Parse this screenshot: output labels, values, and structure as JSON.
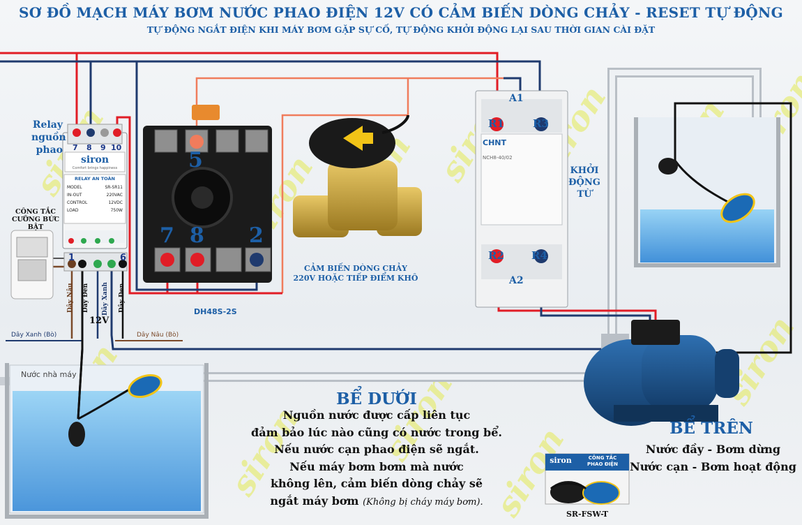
{
  "title": "SƠ ĐỒ MẠCH MÁY BƠM NƯỚC PHAO ĐIỆN 12V CÓ CẢM BIẾN DÒNG CHẢY - RESET TỰ ĐỘNG",
  "subtitle": "TỰ ĐỘNG NGẮT ĐIỆN KHI MÁY BƠM GẶP SỰ CỐ, TỰ ĐỘNG KHỞI ĐỘNG LẠI SAU THỜI GIAN CÀI ĐẶT",
  "watermark": "siron",
  "relay": {
    "label_line1": "Relay",
    "label_line2": "nguồn",
    "label_line3": "phao",
    "brand": "siron",
    "brand_sub": "Comfort brings happiness",
    "name": "RELAY AN TOÀN",
    "specs": [
      {
        "k": "MODEL",
        "v": "SR-SR11"
      },
      {
        "k": "IN-OUT",
        "v": "220VAC"
      },
      {
        "k": "CONTROL",
        "v": "12VDC"
      },
      {
        "k": "LOAD",
        "v": "750W"
      }
    ],
    "top_terms": [
      "7",
      "8",
      "9",
      "10"
    ],
    "bottom_left": "1",
    "bottom_right": "6"
  },
  "switch_label_line1": "CÔNG TẮC",
  "switch_label_line2": "CƯỠNG BỨC BẬT",
  "timer": {
    "label": "DH48S-2S",
    "top_big": "5",
    "bottom_big": [
      "7",
      "8",
      "2"
    ]
  },
  "flow_sensor_line1": "CẢM BIẾN DÒNG CHẢY",
  "flow_sensor_line2": "220V HOẶC TIẾP ĐIỂM KHÔ",
  "contactor": {
    "brand": "CHNT",
    "model": "NCH8-40/02",
    "label_line1": "KHỞI",
    "label_line2": "ĐỘNG",
    "label_line3": "TỪ",
    "a1": "A1",
    "a2": "A2",
    "r1": "R1",
    "r2": "R2",
    "r3": "R3",
    "r4": "R4"
  },
  "wires": {
    "nau": "Dây Nâu",
    "den": "Dây Đen",
    "xanh": "Dây Xanh",
    "den2": "Dây Đen",
    "v12": "12V",
    "xanh_bo": "Dây Xanh (Bò)",
    "nau_bo": "Dây Nâu (Bò)"
  },
  "water_in": "Nước nhà máy",
  "lower_tank": {
    "title": "BỂ DƯỚI",
    "lines": [
      "Nguồn nước được cấp liên tục",
      "đảm bảo lúc nào cũng có nước trong bể.",
      "Nếu nước cạn phao điện sẽ ngắt.",
      "Nếu máy bơm bơm mà nước",
      "không lên, cảm biến dòng chảy sẽ",
      "ngắt máy bơm"
    ],
    "note": "(Không bị cháy máy bơm)."
  },
  "upper_tank": {
    "title": "BỂ TRÊN",
    "line1": "Nước đầy - Bơm dừng",
    "line2": "Nước cạn - Bơm hoạt động"
  },
  "product": {
    "brand": "siron",
    "box_text_line1": "CÔNG TẮC",
    "box_text_line2": "PHAO ĐIỆN",
    "label": "SR-FSW-T"
  },
  "colors": {
    "title_blue": "#1d5fa6",
    "wire_red": "#e11d26",
    "wire_black": "#111111",
    "wire_navy": "#1f3a6e",
    "wire_salmon": "#f07c5c",
    "pump_blue": "#1a4f8a",
    "brass": "#c9a23a",
    "water": "#4da6e6"
  }
}
